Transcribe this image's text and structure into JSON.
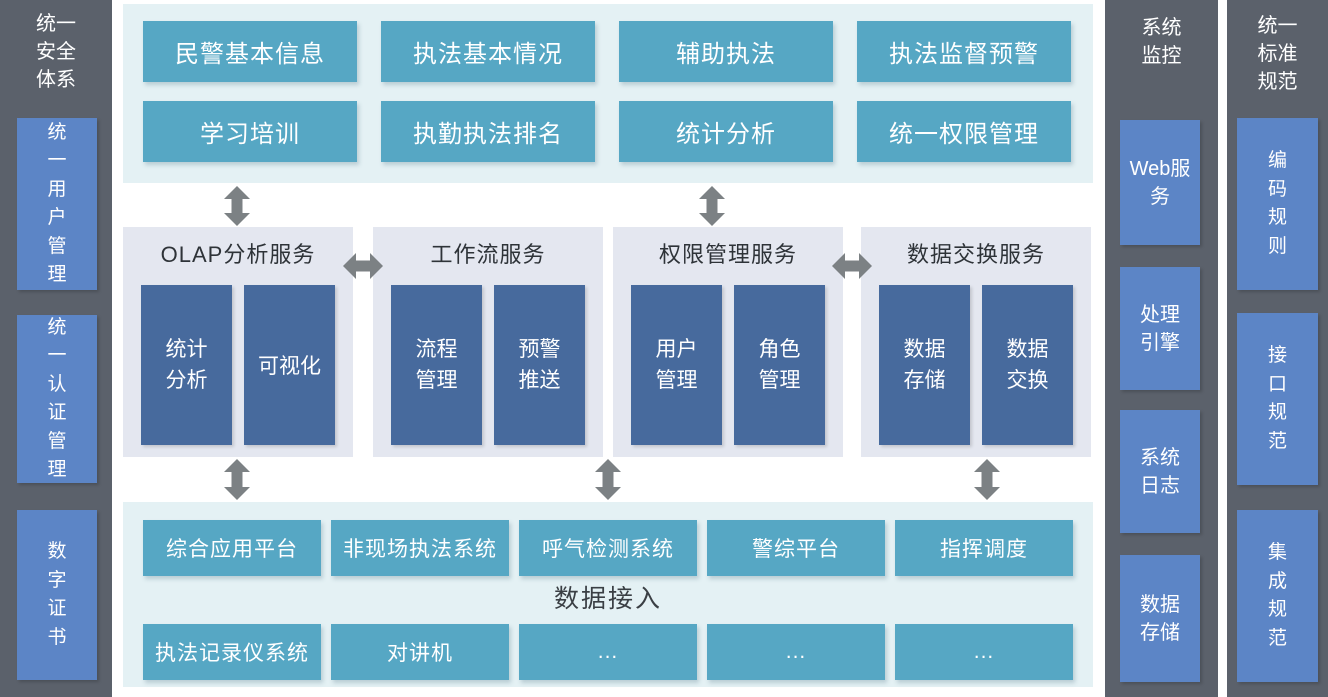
{
  "palette": {
    "panel_gray": "#5b616b",
    "panel_blue": "#5c85c6",
    "band_teal_bg": "#e4f1f4",
    "button_teal": "#56a7c4",
    "service_box_bg": "#e4e7f0",
    "service_navy": "#476a9d",
    "arrow_gray": "#7c8184",
    "title_text": "#2e3338",
    "button_text": "#ffffff"
  },
  "left_panel": {
    "title": "统一安全体系",
    "items": [
      "统一用户管理",
      "统一认证管理",
      "数字证书"
    ]
  },
  "top_band": {
    "buttons": [
      "民警基本信息",
      "执法基本情况",
      "辅助执法",
      "执法监督预警",
      "学习培训",
      "执勤执法排名",
      "统计分析",
      "统一权限管理"
    ]
  },
  "services": [
    {
      "title": "OLAP分析服务",
      "children": [
        "统计分析",
        "可视化"
      ]
    },
    {
      "title": "工作流服务",
      "children": [
        "流程管理",
        "预警推送"
      ]
    },
    {
      "title": "权限管理服务",
      "children": [
        "用户管理",
        "角色管理"
      ]
    },
    {
      "title": "数据交换服务",
      "children": [
        "数据存储",
        "数据交换"
      ]
    }
  ],
  "bottom_band": {
    "access_row": [
      "综合应用平台",
      "非现场执法系统",
      "呼气检测系统",
      "警综平台",
      "指挥调度"
    ],
    "label": "数据接入",
    "source_row": [
      "执法记录仪系统",
      "对讲机",
      "...",
      "...",
      "..."
    ]
  },
  "monitor_panel": {
    "title": "系统监控",
    "items": [
      "Web服务",
      "处理引擎",
      "系统日志",
      "数据存储"
    ]
  },
  "standards_panel": {
    "title": "统一标准规范",
    "items": [
      "编码规则",
      "接口规范",
      "集成规范"
    ]
  },
  "icons": {
    "vertical_arrow": "bidirectional-vertical-arrow-icon",
    "horizontal_arrow": "bidirectional-horizontal-arrow-icon"
  }
}
